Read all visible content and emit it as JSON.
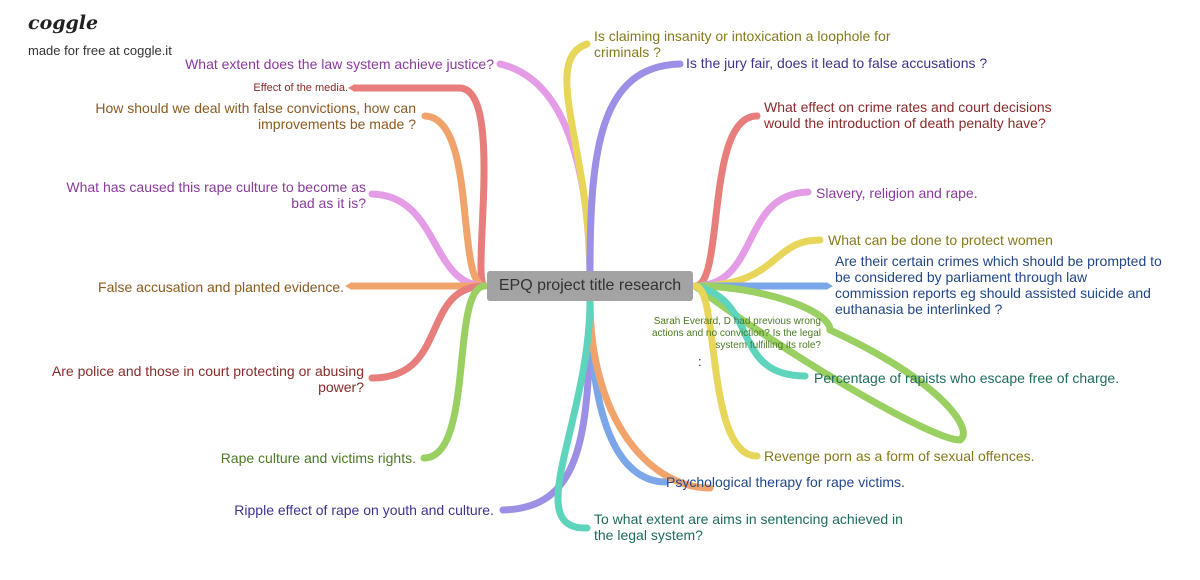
{
  "branding": {
    "logo": "coggle",
    "tagline": "made for free at coggle.it"
  },
  "center": {
    "label": "EPQ project title research"
  },
  "colors": {
    "red": "#e87e7c",
    "orange": "#f0a46c",
    "yellow": "#e8d65a",
    "green": "#9ad062",
    "teal": "#5fd4bd",
    "blue": "#7ba7e8",
    "purple": "#9b8fe6",
    "pink": "#e59ce6"
  },
  "nodes": {
    "justice": "What extent does the law system achieve justice?",
    "media": "Effect of the media.",
    "false_convictions": [
      "How should we deal with false convictions, how can",
      "improvements be made ?"
    ],
    "rape_culture_cause": [
      "What has caused this rape culture to become as",
      "bad as it is?"
    ],
    "false_accusation": "False accusation and planted evidence.",
    "police": [
      "Are police and those in court protecting or abusing",
      "power?"
    ],
    "victims_rights": "Rape culture and victims rights.",
    "ripple": "Ripple effect of rape on youth and culture.",
    "insanity": [
      "Is claiming insanity or intoxication a loophole for",
      "criminals ?"
    ],
    "jury": "Is the jury fair, does it lead to false accusations ?",
    "death_penalty": [
      "What effect on crime rates and court decisions",
      "would the introduction of death penalty have?"
    ],
    "slavery": "Slavery, religion and rape.",
    "protect_women": "What can be done to protect women",
    "parliament": [
      "Are their certain crimes which should be prompted to",
      "be considered by parliament through law",
      "commission reports eg should assisted suicide and",
      "euthanasia be interlinked ?"
    ],
    "everard": [
      "Sarah Everard, D had previous wrong",
      "actions and no conviction? Is the legal",
      "system fulfilling its role?"
    ],
    "colon": ":",
    "percentage": "Percentage of rapists who escape free of charge.",
    "revenge": "Revenge porn as a form of sexual offences.",
    "therapy": "Psychological therapy for rape victims.",
    "sentencing": [
      "To what extent are aims in sentencing achieved in",
      "the legal system?"
    ]
  }
}
